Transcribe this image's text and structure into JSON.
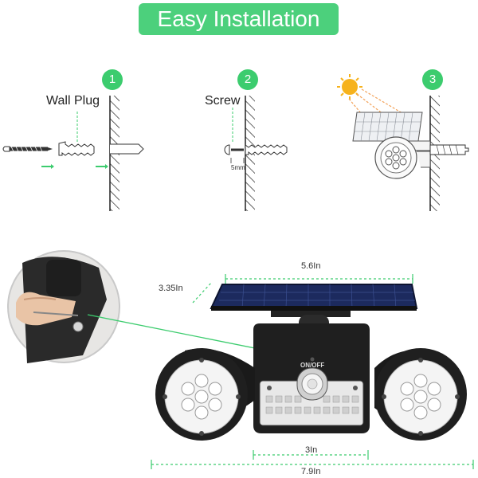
{
  "header": {
    "title": "Easy Installation",
    "accent": "#4cd07c"
  },
  "steps": [
    {
      "number": "1",
      "label": "Wall Plug"
    },
    {
      "number": "2",
      "label": "Screw",
      "measure": "5mm"
    },
    {
      "number": "3",
      "label": ""
    }
  ],
  "product": {
    "on_off_label": "ON/OFF",
    "dimensions": {
      "panel_width": "5.6In",
      "panel_depth": "3.35In",
      "body_width": "3In",
      "total_width": "7.9In"
    }
  },
  "icons": [
    "sun-icon",
    "solar-panel-icon",
    "wall-icon",
    "screw-icon",
    "wall-plug-icon",
    "arrow-icon",
    "led-light-icon",
    "motion-sensor-icon"
  ],
  "colors": {
    "dimension_line": "#3ccc6e",
    "panel": "#1c2a5e",
    "housing": "#1a1a1a"
  }
}
